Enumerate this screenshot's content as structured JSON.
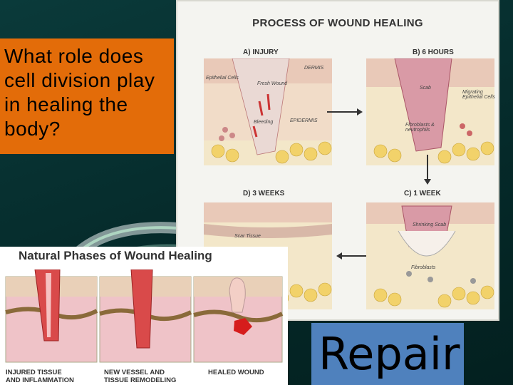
{
  "question": "What role does cell division play in healing the body?",
  "repair_label": "Repair",
  "process_figure": {
    "title": "PROCESS OF WOUND HEALING",
    "panels": {
      "a": {
        "label": "A) INJURY",
        "notes": {
          "dermis": "DERMIS",
          "epithelial": "Epithelial Cells",
          "fresh": "Fresh Wound",
          "bleeding": "Bleeding",
          "epidermis": "EPIDERMIS"
        }
      },
      "b": {
        "label": "B) 6 HOURS",
        "notes": {
          "scab": "Scab",
          "migrating": "Migrating Epithelial Cells",
          "fibroblasts": "Fibroblasts & neutrophils"
        }
      },
      "c": {
        "label": "C) 1 WEEK",
        "notes": {
          "shrinking": "Shrinking Scab",
          "fibroblasts": "Fibroblasts"
        }
      },
      "d": {
        "label": "D) 3 WEEKS",
        "notes": {
          "scar": "Scar Tissue"
        }
      }
    }
  },
  "phases_figure": {
    "title": "Natural Phases of Wound Healing",
    "captions": [
      {
        "line1": "INJURED TISSUE",
        "line2": "AND INFLAMMATION"
      },
      {
        "line1": "NEW VESSEL AND",
        "line2": "TISSUE REMODELING"
      },
      {
        "line1": "HEALED WOUND",
        "line2": ""
      }
    ]
  },
  "colors": {
    "background": "#062e2e",
    "question_box": "#e36c09",
    "repair_box": "#4f81bd",
    "tissue_pink": "#e6b8b8",
    "fat_yellow": "#f0d060"
  }
}
